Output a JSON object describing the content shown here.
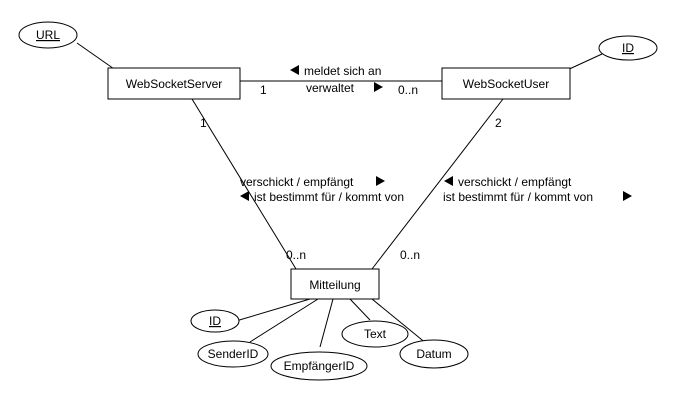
{
  "entities": {
    "server": "WebSocketServer",
    "user": "WebSocketUser",
    "message": "Mitteilung"
  },
  "attributes": {
    "server_url": "URL",
    "user_id": "ID",
    "msg_id": "ID",
    "msg_sender": "SenderID",
    "msg_receiver": "EmpfängerID",
    "msg_text": "Text",
    "msg_date": "Datum"
  },
  "relations": {
    "server_user": {
      "line1": "meldet sich an",
      "line2": "verwaltet",
      "card_server": "1",
      "card_user": "0..n"
    },
    "server_message": {
      "line1": "verschickt / empfängt",
      "line2": "ist bestimmt für / kommt von",
      "card_server": "1",
      "card_message": "0..n"
    },
    "user_message": {
      "line1": "verschickt / empfängt",
      "line2": "ist bestimmt für / kommt von",
      "card_user": "2",
      "card_message": "0..n"
    }
  }
}
